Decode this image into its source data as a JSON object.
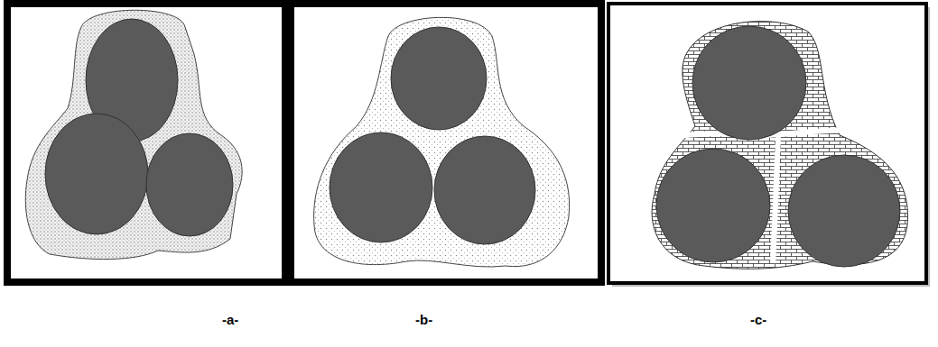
{
  "diagram": {
    "labels": [
      "-a-",
      "-b-",
      "-c-"
    ]
  }
}
